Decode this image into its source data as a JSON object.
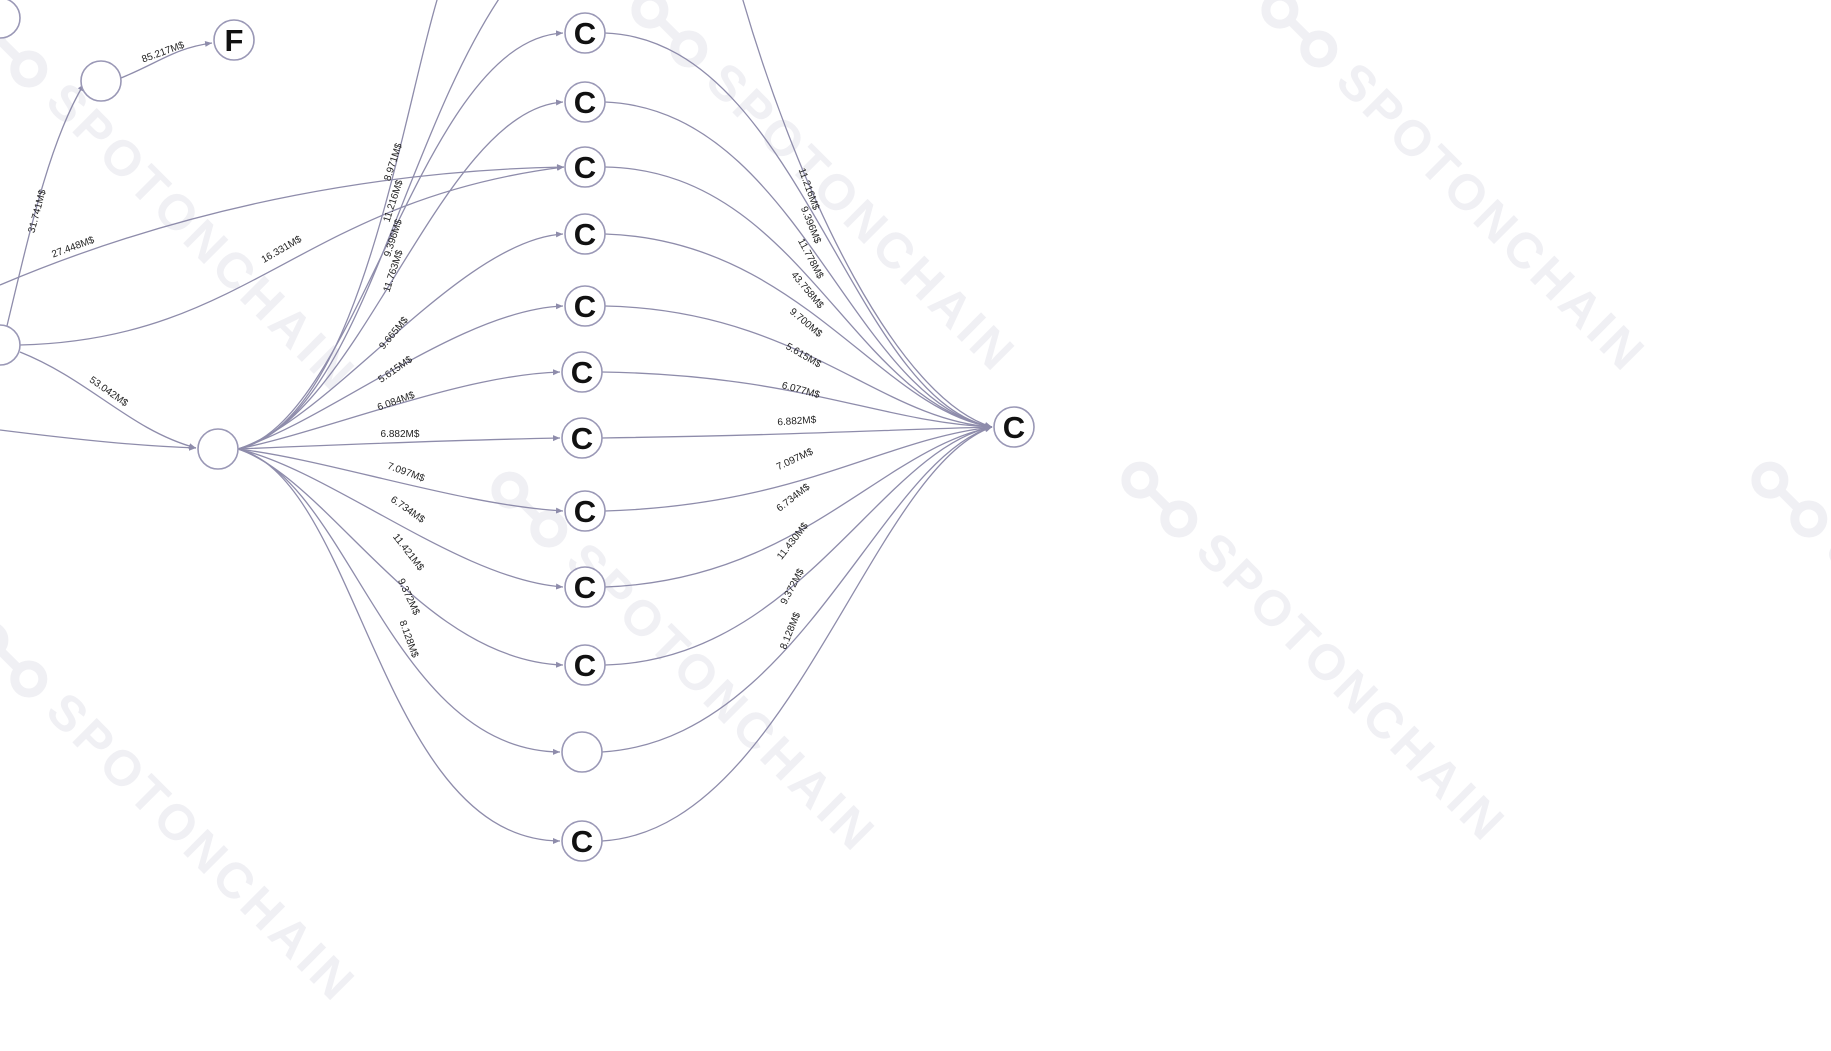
{
  "watermark": {
    "text": "SPOTONCHAIN"
  },
  "colors": {
    "edge": "#8e8cab",
    "node_stroke": "#9a98b6",
    "node_fill": "#ffffff",
    "node_label": "#111111",
    "edge_label": "#222222",
    "watermark": "#f0f0f4"
  },
  "nodes": [
    {
      "id": "top-left-partial",
      "label": ""
    },
    {
      "id": "F",
      "label": "F"
    },
    {
      "id": "hub-upper",
      "label": ""
    },
    {
      "id": "left-mid-partial",
      "label": ""
    },
    {
      "id": "source",
      "label": ""
    },
    {
      "id": "c1",
      "label": "C"
    },
    {
      "id": "c2",
      "label": "C"
    },
    {
      "id": "c3",
      "label": "C"
    },
    {
      "id": "c4",
      "label": "C"
    },
    {
      "id": "c5",
      "label": "C"
    },
    {
      "id": "c6",
      "label": "C"
    },
    {
      "id": "c7",
      "label": "C"
    },
    {
      "id": "c8",
      "label": "C"
    },
    {
      "id": "c9",
      "label": "C"
    },
    {
      "id": "c10",
      "label": "C"
    },
    {
      "id": "blank-mid",
      "label": ""
    },
    {
      "id": "c11",
      "label": "C"
    },
    {
      "id": "sink",
      "label": "C"
    }
  ],
  "edges": [
    {
      "from": "hub-upper",
      "to": "F",
      "label": "85.217M$"
    },
    {
      "from": "left-mid-partial",
      "to": "hub-upper",
      "label": "31.741M$"
    },
    {
      "from": "offscreen-left",
      "to": "c3",
      "label": "27.448M$"
    },
    {
      "from": "left-mid-partial",
      "to": "c3",
      "label": "16.331M$"
    },
    {
      "from": "left-mid-partial",
      "to": "source",
      "label": "53.042M$"
    },
    {
      "from": "offscreen-left",
      "to": "source",
      "label": ""
    },
    {
      "from": "source",
      "to": "offscreen-top",
      "label": "8.971M$"
    },
    {
      "from": "source",
      "to": "offscreen-top",
      "label": "11.216M$"
    },
    {
      "from": "source",
      "to": "c1",
      "label": "9.396M$"
    },
    {
      "from": "source",
      "to": "c2",
      "label": "11.763M$"
    },
    {
      "from": "source",
      "to": "c4",
      "label": "9.665M$"
    },
    {
      "from": "source",
      "to": "c5",
      "label": "5.615M$"
    },
    {
      "from": "source",
      "to": "c6",
      "label": "6.084M$"
    },
    {
      "from": "source",
      "to": "c7",
      "label": "6.882M$"
    },
    {
      "from": "source",
      "to": "c8",
      "label": "7.097M$"
    },
    {
      "from": "source",
      "to": "c9",
      "label": "6.734M$"
    },
    {
      "from": "source",
      "to": "c10",
      "label": "11.421M$"
    },
    {
      "from": "source",
      "to": "blank-mid",
      "label": "9.372M$"
    },
    {
      "from": "source",
      "to": "c11",
      "label": "8.128M$"
    },
    {
      "from": "offscreen-top",
      "to": "sink",
      "label": "11.216M$"
    },
    {
      "from": "c1",
      "to": "sink",
      "label": "9.396M$"
    },
    {
      "from": "c2",
      "to": "sink",
      "label": "11.778M$"
    },
    {
      "from": "c3",
      "to": "sink",
      "label": "43.758M$"
    },
    {
      "from": "c4",
      "to": "sink",
      "label": "9.700M$"
    },
    {
      "from": "c5",
      "to": "sink",
      "label": "5.615M$"
    },
    {
      "from": "c6",
      "to": "sink",
      "label": "6.077M$"
    },
    {
      "from": "c7",
      "to": "sink",
      "label": "6.882M$"
    },
    {
      "from": "c8",
      "to": "sink",
      "label": "7.097M$"
    },
    {
      "from": "c9",
      "to": "sink",
      "label": "6.734M$"
    },
    {
      "from": "c10",
      "to": "sink",
      "label": "11.430M$"
    },
    {
      "from": "blank-mid",
      "to": "sink",
      "label": "9.372M$"
    },
    {
      "from": "c11",
      "to": "sink",
      "label": "8.128M$"
    }
  ]
}
